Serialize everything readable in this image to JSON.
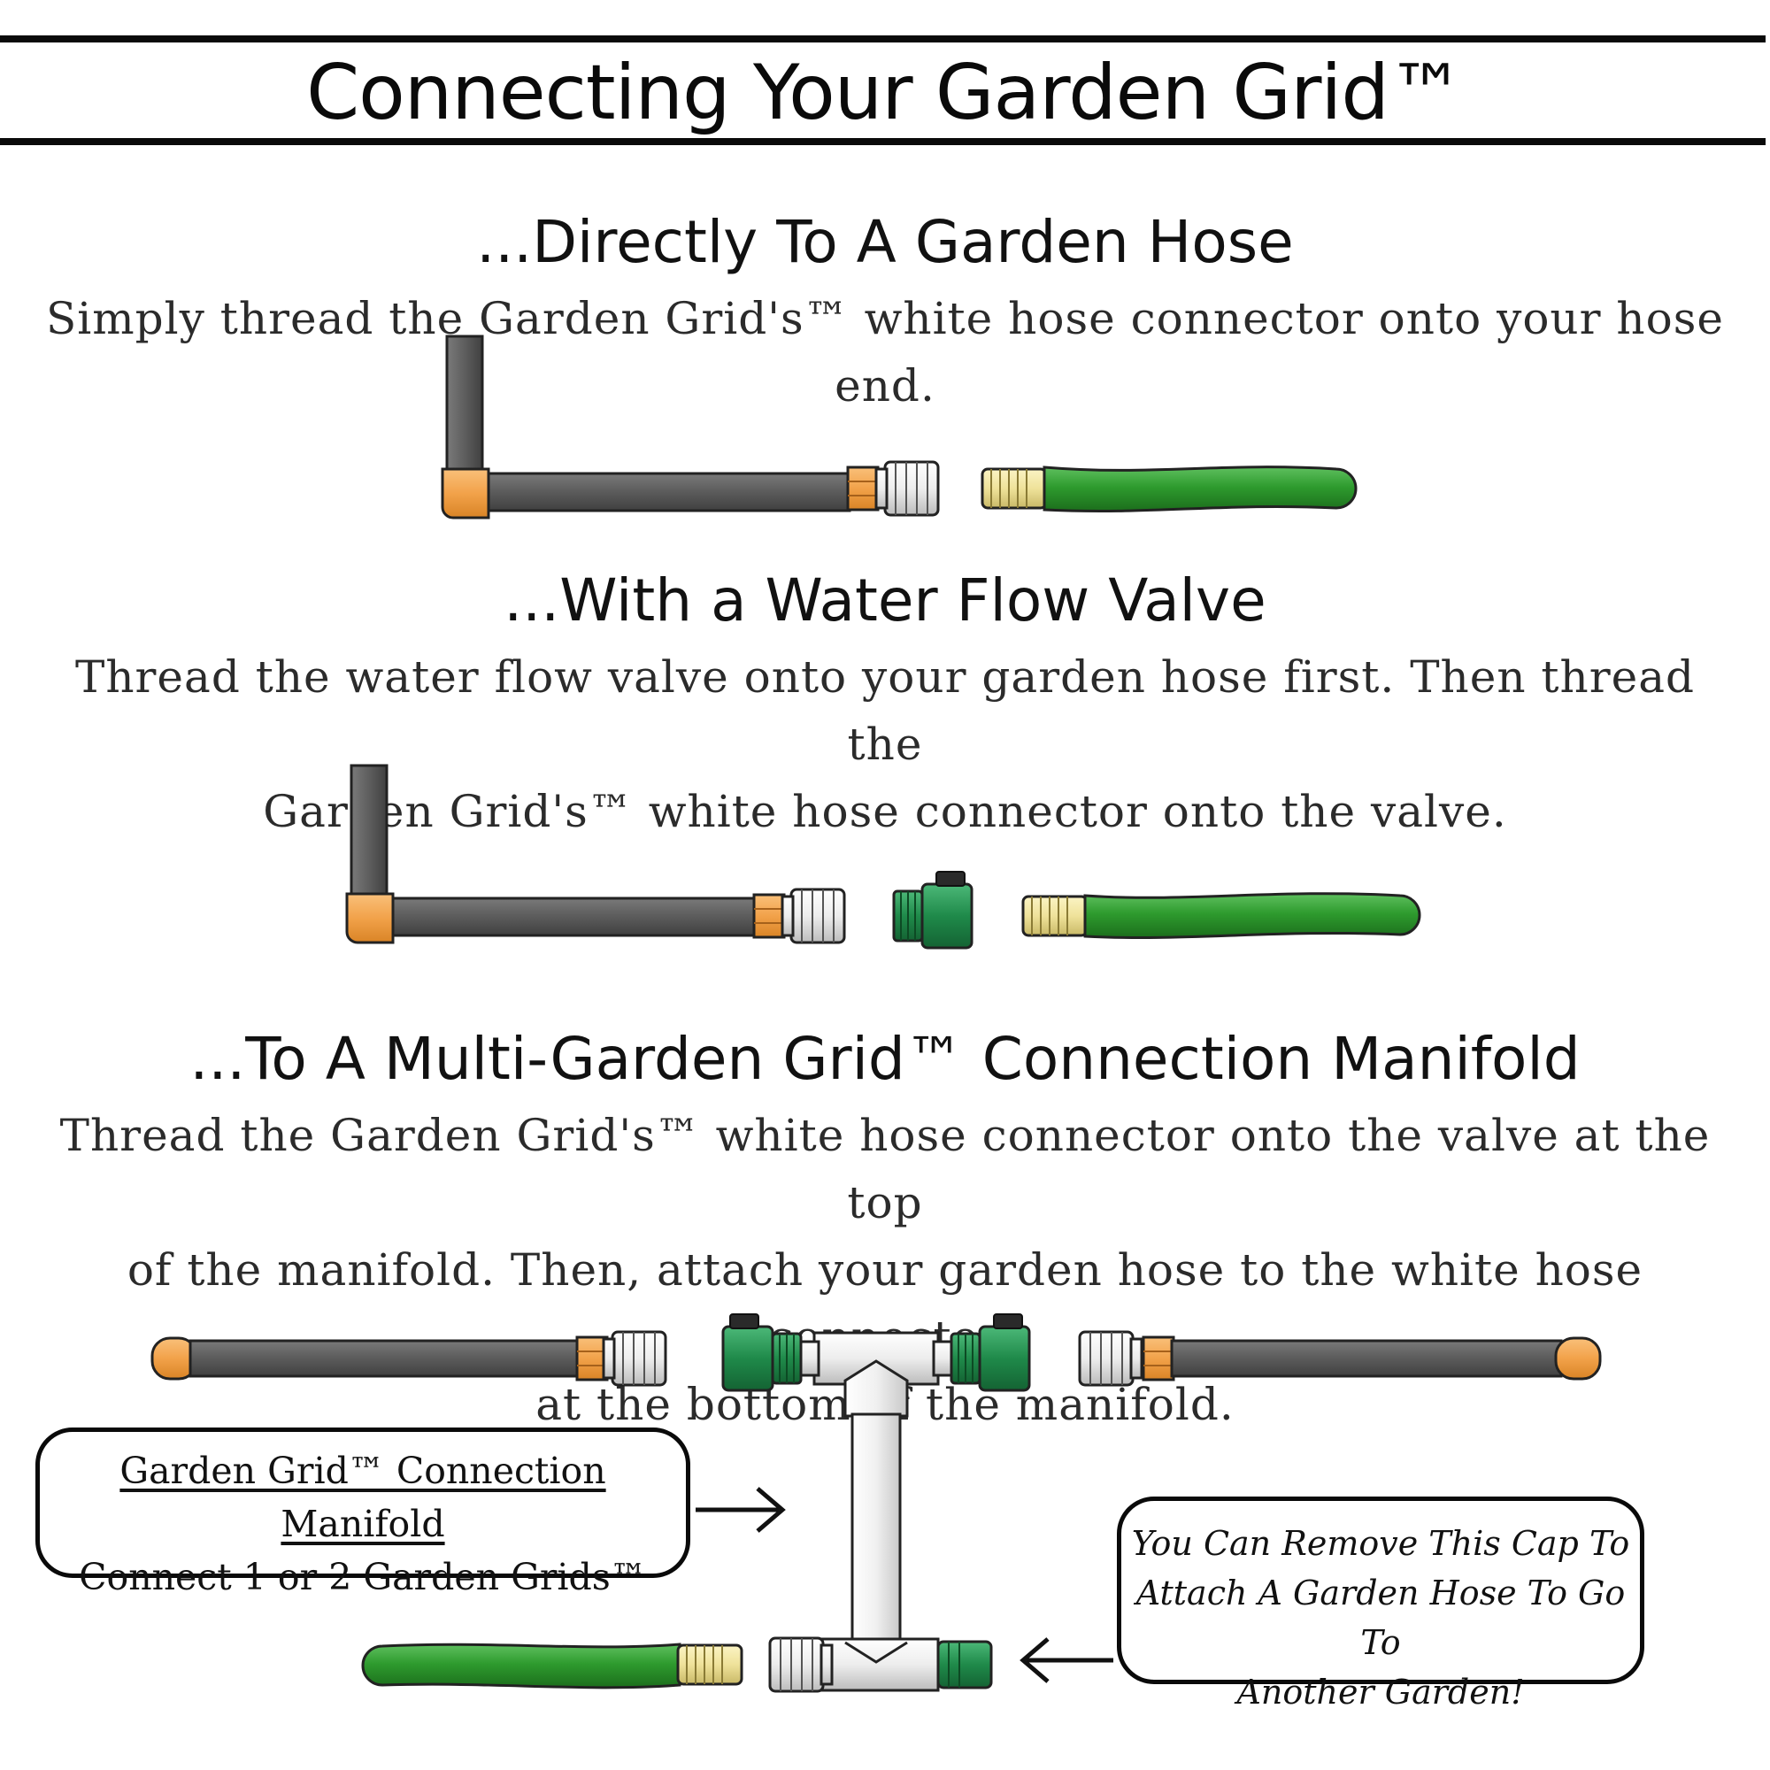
{
  "title": "Connecting Your Garden Grid™",
  "sections": [
    {
      "heading": "...Directly To A Garden Hose",
      "text": [
        "Simply thread the Garden Grid's™ white hose connector onto your hose end."
      ]
    },
    {
      "heading": "...With a Water Flow Valve",
      "text": [
        "Thread the water flow valve onto your garden hose first. Then thread the",
        "Garden Grid's™ white hose connector onto the valve."
      ]
    },
    {
      "heading": "...To A Multi-Garden Grid™ Connection Manifold",
      "text": [
        "Thread the Garden Grid's™ white hose connector onto the valve at the top",
        "of the manifold. Then, attach your garden hose to the white hose connector",
        "at the bottom of the manifold."
      ]
    }
  ],
  "callouts": {
    "manifold_title": "Garden Grid™ Connection Manifold",
    "manifold_subtitle": "Connect 1 or 2 Garden Grids™",
    "cap_note": [
      "You Can Remove This Cap To",
      "Attach A Garden Hose To Go To",
      "Another Garden!"
    ]
  },
  "colors": {
    "pipe_gray": "#5e5e5e",
    "elbow_orange": "#f2a24a",
    "hose_green": "#2e9b2e",
    "brass": "#f0e6a0",
    "connector_white": "#f2f2f2",
    "valve_green": "#1f8a4a",
    "pvc_white": "#f7f7f7"
  }
}
